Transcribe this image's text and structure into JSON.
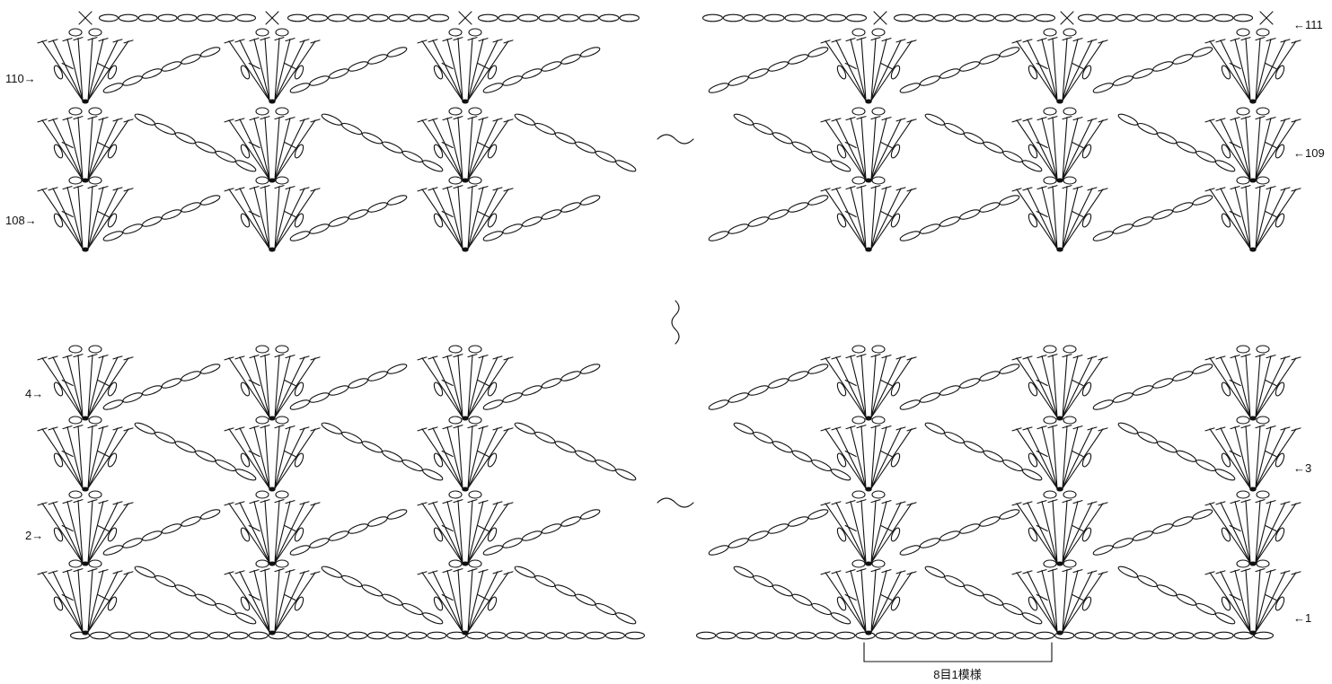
{
  "diagram": {
    "type": "crochet-stitch-chart",
    "row_labels": {
      "r110": "110→",
      "r108": "108→",
      "r111": "←111",
      "r109": "←109",
      "r4": "4→",
      "r2": "2→",
      "r3": "←3",
      "r1": "←1"
    },
    "repeat_label": "8目1模様",
    "colors": {
      "ink": "#111111",
      "paper": "#ffffff"
    }
  }
}
